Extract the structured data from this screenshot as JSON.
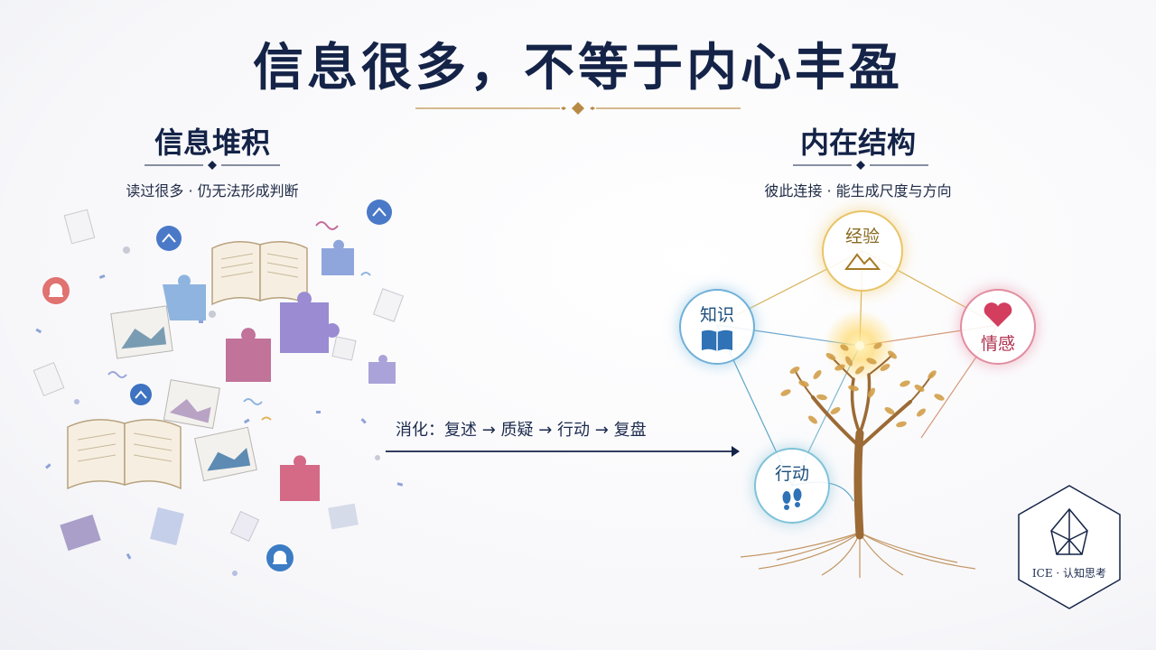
{
  "title": "信息很多，不等于内心丰盈",
  "left": {
    "heading": "信息堆积",
    "subtitle": "读过很多 · 仍无法形成判断"
  },
  "right": {
    "heading": "内在结构",
    "subtitle": "彼此连接 · 能生成尺度与方向"
  },
  "flow": {
    "label": "消化：复述 → 质疑 → 行动 → 复盘"
  },
  "nodes": {
    "experience": {
      "label": "经验",
      "icon": "mountain-icon",
      "color": "#e9c467"
    },
    "knowledge": {
      "label": "知识",
      "icon": "book-icon",
      "color": "#6fb0d8"
    },
    "emotion": {
      "label": "情感",
      "icon": "heart-icon",
      "color": "#e28ca0"
    },
    "action": {
      "label": "行动",
      "icon": "footprints-icon",
      "color": "#7fc2d8"
    }
  },
  "brand": {
    "logo_text": "ICE · 认知思考",
    "logo_icon": "crystal-icon"
  },
  "colors": {
    "navy": "#142347",
    "gold": "#b98a45"
  }
}
